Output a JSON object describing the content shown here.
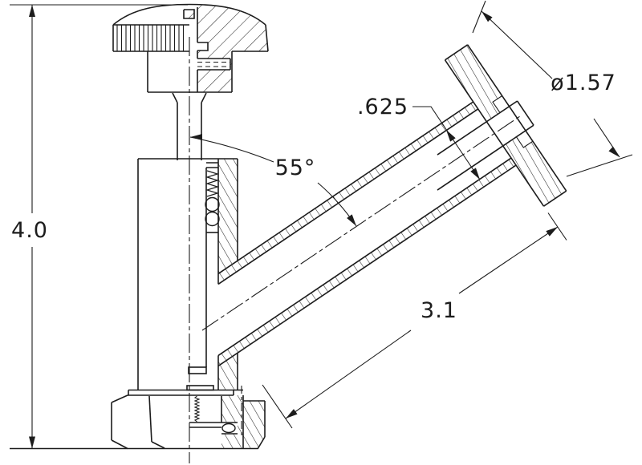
{
  "drawing": {
    "kind": "valve-cross-section",
    "dimensions": {
      "overall_height": "4.0",
      "stem_angle": "55°",
      "bore_diameter": ".625",
      "flange_diameter": "ø1.57",
      "port_length": "3.1"
    },
    "colors": {
      "line": "#1c1c1c",
      "background": "#ffffff"
    },
    "parts": [
      "knurled-knob",
      "set-screw",
      "valve-stem",
      "valve-body",
      "packing-spring",
      "seal-balls",
      "threaded-section",
      "o-ring",
      "hex-nut",
      "angled-port-tube",
      "port-flange"
    ]
  }
}
